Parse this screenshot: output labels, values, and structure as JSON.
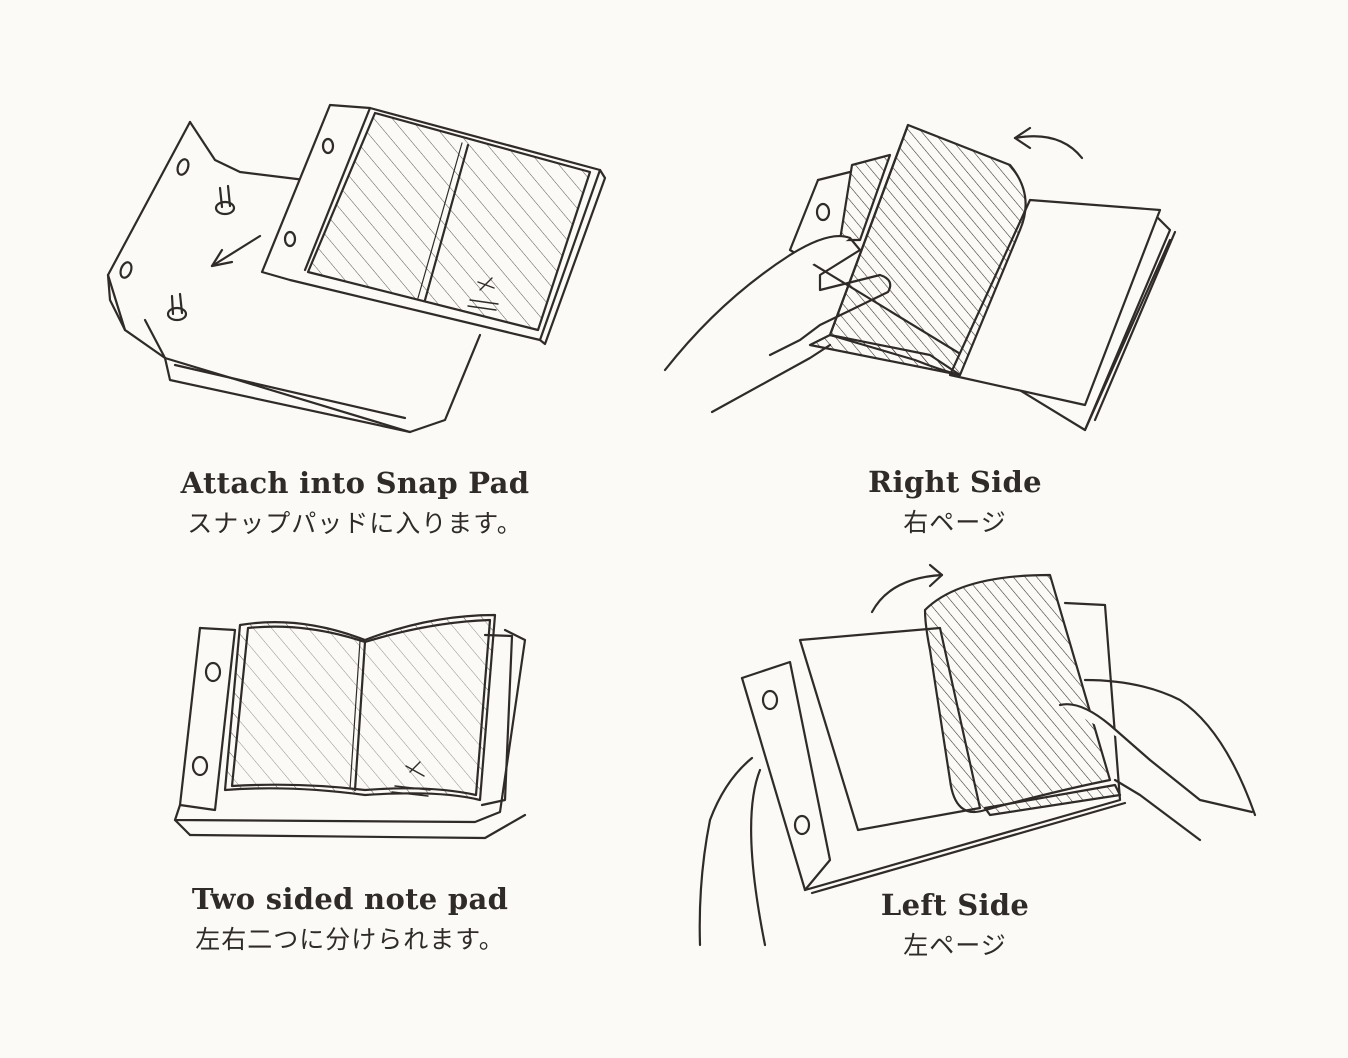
{
  "panels": [
    {
      "id": "attach",
      "title_en": "Attach into Snap Pad",
      "title_jp": "スナップパッドに入ります。"
    },
    {
      "id": "right",
      "title_en": "Right Side",
      "title_jp": "右ページ"
    },
    {
      "id": "two",
      "title_en": "Two sided note pad",
      "title_jp": "左右二つに分けられます。"
    },
    {
      "id": "left",
      "title_en": "Left Side",
      "title_jp": "左ページ"
    }
  ],
  "colors": {
    "ink": "#2f2b28",
    "paper": "#fbfaf7"
  }
}
